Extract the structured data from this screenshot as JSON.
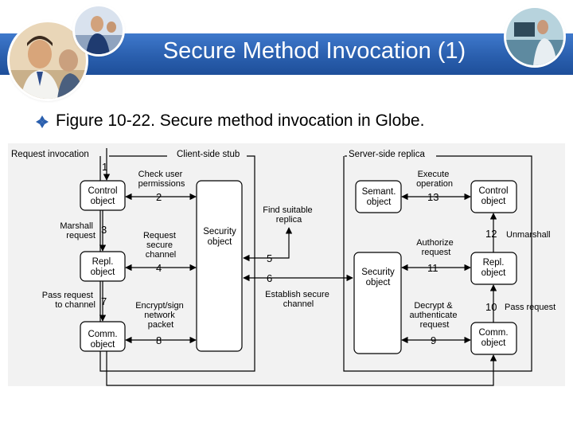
{
  "slide": {
    "title": "Secure Method Invocation (1)",
    "bullet": "Figure 10-22. Secure method invocation in Globe."
  },
  "colors": {
    "title_bar": "#2a5fae",
    "bullet_accent": "#2a5fae",
    "diagram_background": "#f2f2f2",
    "box_fill": "#ffffff",
    "line": "#000000"
  },
  "icons": {
    "bullet": "diamond-bullet-icon"
  },
  "diagram": {
    "client_side_label": "Client-side stub",
    "server_side_label": "Server-side replica",
    "request_invocation": "Request invocation",
    "client_boxes": {
      "control": [
        "Control",
        "object"
      ],
      "repl": [
        "Repl.",
        "object"
      ],
      "comm": [
        "Comm.",
        "object"
      ],
      "security": [
        "Security",
        "object"
      ]
    },
    "server_boxes": {
      "semant": [
        "Semant.",
        "object"
      ],
      "security": [
        "Security",
        "object"
      ],
      "control": [
        "Control",
        "object"
      ],
      "repl": [
        "Repl.",
        "object"
      ],
      "comm": [
        "Comm.",
        "object"
      ]
    },
    "steps": {
      "s1": "1",
      "s2": "2",
      "s3": "3",
      "s4": "4",
      "s5": "5",
      "s6": "6",
      "s7": "7",
      "s8": "8",
      "s9": "9",
      "s10": "10",
      "s11": "11",
      "s12": "12",
      "s13": "13"
    },
    "labels": {
      "check_user_permissions": [
        "Check user",
        "permissions"
      ],
      "marshall_request": [
        "Marshall",
        "request"
      ],
      "request_secure_channel": [
        "Request",
        "secure",
        "channel"
      ],
      "pass_request_to_channel": [
        "Pass request",
        "to channel"
      ],
      "encrypt_sign": [
        "Encrypt/sign",
        "network",
        "packet"
      ],
      "find_suitable_replica": [
        "Find suitable",
        "replica"
      ],
      "establish_secure_channel": [
        "Establish secure",
        "channel"
      ],
      "execute_operation": [
        "Execute",
        "operation"
      ],
      "authorize_request": [
        "Authorize",
        "request"
      ],
      "decrypt_authenticate": [
        "Decrypt &",
        "authenticate",
        "request"
      ],
      "unmarshall": "Unmarshall",
      "pass_request": "Pass request"
    }
  }
}
